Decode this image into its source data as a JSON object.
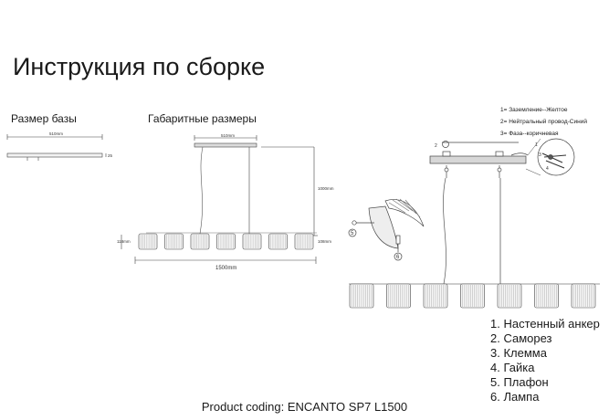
{
  "title": "Инструкция по сборке",
  "sections": {
    "base_size": "Размер базы",
    "overall_dims": "Габаритные размеры"
  },
  "dimensions": {
    "base_width": "510mm",
    "base_height": "25",
    "canopy_width": "510mm",
    "drop": "1000mm",
    "shade_height_left": "118mm",
    "shade_height_right": "108mm",
    "total_length": "1500mm"
  },
  "callouts": [
    "1",
    "2",
    "3",
    "4",
    "5",
    "6"
  ],
  "wiring_legend": [
    "1= Заземление--Желтое",
    "2= Нейтральный провод-Синий",
    "3= Фаза--коричневая"
  ],
  "parts": [
    "1. Настенный анкер",
    "2. Саморез",
    "3. Клемма",
    "4. Гайка",
    "5. Плафон",
    "6. Лампа"
  ],
  "footer": "Product coding: ENCANTO SP7 L1500"
}
